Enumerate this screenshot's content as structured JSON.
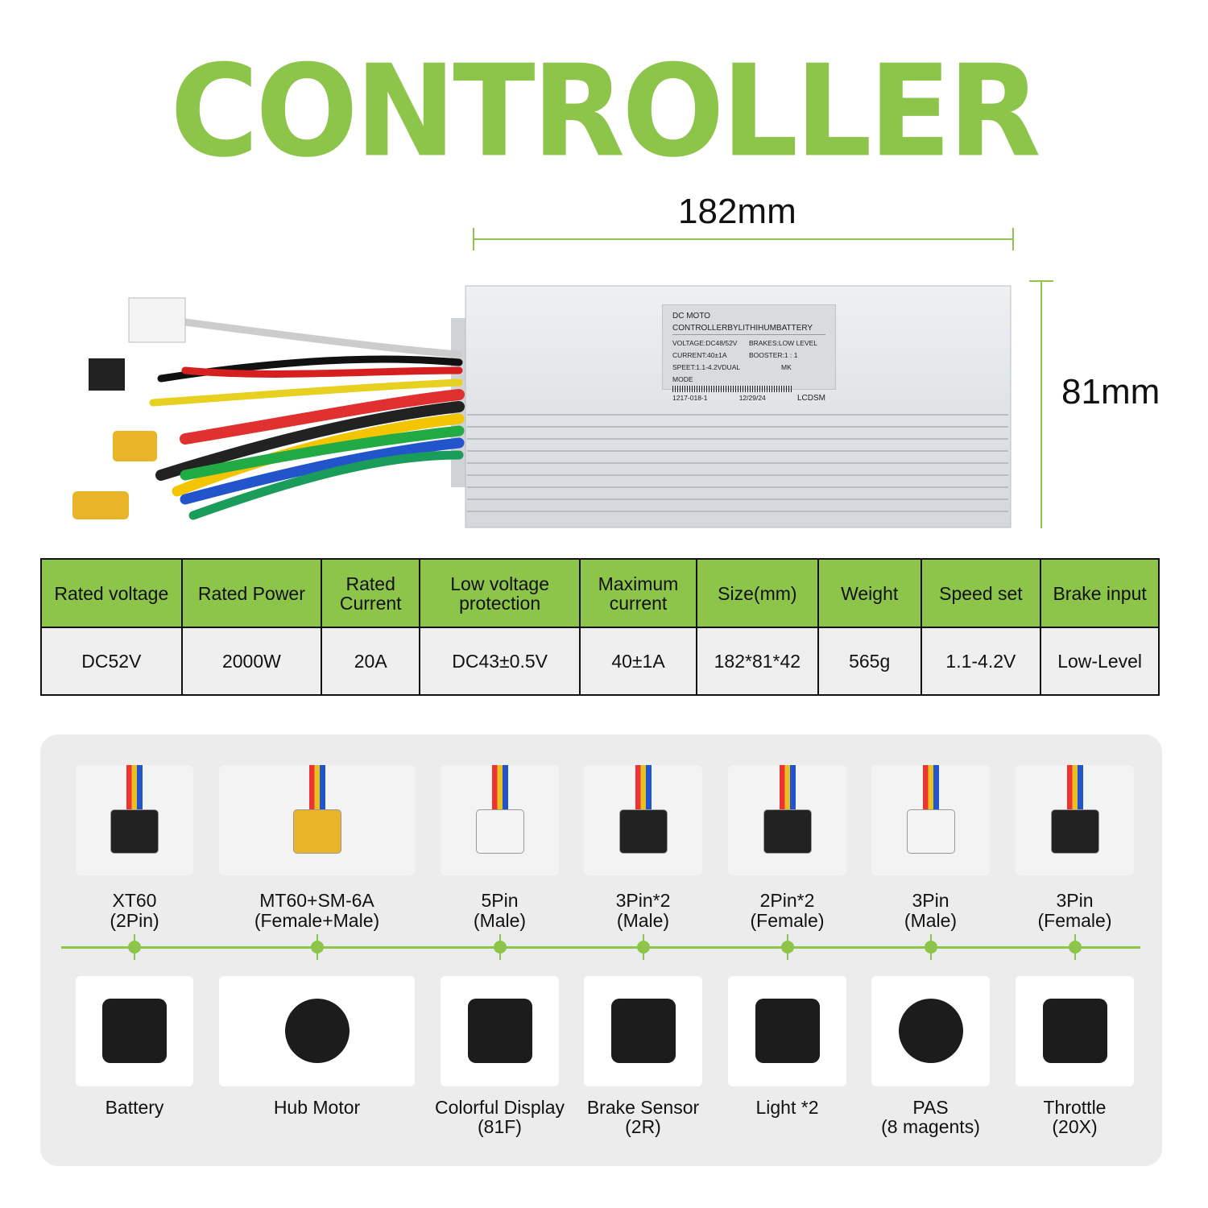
{
  "title": "CONTROLLER",
  "dimensions": {
    "length": "182mm",
    "height": "81mm"
  },
  "product_label": {
    "heading": "DC MOTO CONTROLLERBYLITHIHUMBATTERY",
    "lines": [
      "VOLTAGE:DC48/52V",
      "BRAKES:LOW LEVEL",
      "CURRENT:40±1A",
      "BOOSTER:1 : 1",
      "SPEET:1.1-4.2VDUAL MODE",
      "MK"
    ],
    "serial": "1217-018-1",
    "date": "12/29/24",
    "brand": "LCDSM"
  },
  "specs": {
    "headers": [
      "Rated voltage",
      "Rated Power",
      "Rated Current",
      "Low voltage protection",
      "Maximum current",
      "Size(mm)",
      "Weight",
      "Speed set",
      "Brake input"
    ],
    "values": [
      "DC52V",
      "2000W",
      "20A",
      "DC43±0.5V",
      "40±1A",
      "182*81*42",
      "565g",
      "1.1-4.2V",
      "Low-Level"
    ]
  },
  "connectors": [
    {
      "name": "XT60",
      "sub": "(2Pin)"
    },
    {
      "name": "MT60+SM-6A",
      "sub": "(Female+Male)"
    },
    {
      "name": "5Pin",
      "sub": "(Male)"
    },
    {
      "name": "3Pin*2",
      "sub": "(Male)"
    },
    {
      "name": "2Pin*2",
      "sub": "(Female)"
    },
    {
      "name": "3Pin",
      "sub": "(Male)"
    },
    {
      "name": "3Pin",
      "sub": "(Female)"
    }
  ],
  "devices": [
    {
      "name": "Battery",
      "sub": ""
    },
    {
      "name": "Hub Motor",
      "sub": ""
    },
    {
      "name": "Colorful Display",
      "sub": "(81F)"
    },
    {
      "name": "Brake Sensor",
      "sub": "(2R)"
    },
    {
      "name": "Light *2",
      "sub": ""
    },
    {
      "name": "PAS",
      "sub": "(8 magents)"
    },
    {
      "name": "Throttle",
      "sub": "(20X)"
    }
  ],
  "colors": {
    "accent": "#8dc44a",
    "panel": "#ececec"
  }
}
